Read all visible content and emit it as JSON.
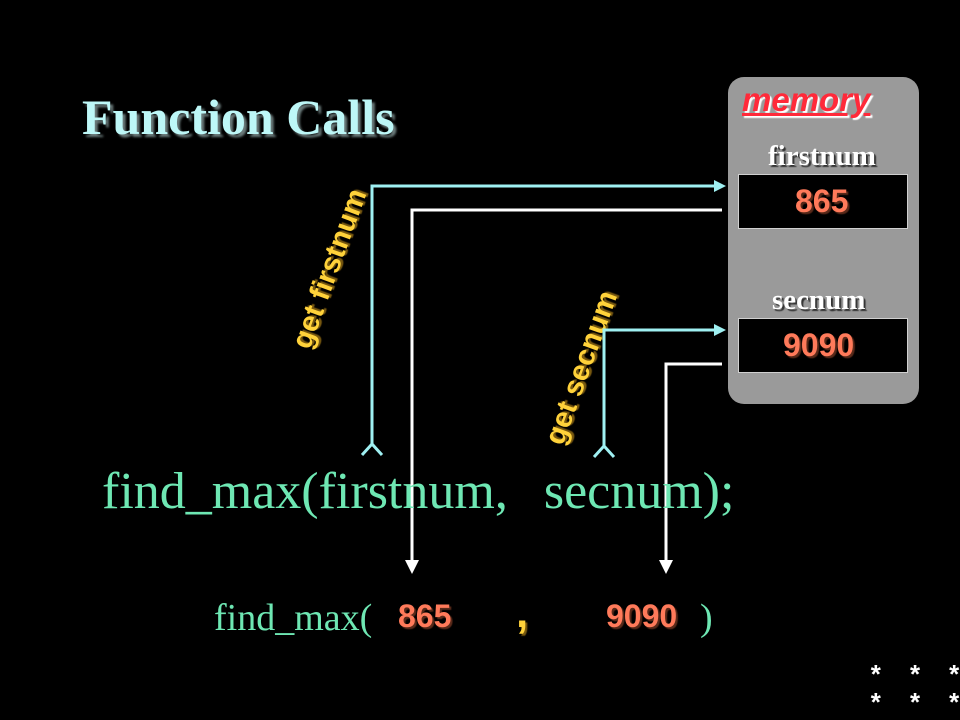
{
  "title": "Function Calls",
  "memory": {
    "label": "memory",
    "vars": [
      {
        "name": "firstnum",
        "value": "865"
      },
      {
        "name": "secnum",
        "value": "9090"
      }
    ]
  },
  "annotations": {
    "get_first": "get firstnum",
    "get_second": "get secnum"
  },
  "call": {
    "func": "find_max(",
    "arg1": "firstnum,",
    "arg2": "secnum);"
  },
  "call_values": {
    "func": "find_max(",
    "value1": "865",
    "comma": ",",
    "value2": "9090",
    "close": ")"
  },
  "nav_marker": {
    "line1": "* * *",
    "line2": "* * *"
  },
  "colors": {
    "background": "#000000",
    "title": "#bdf7f7",
    "memory_label": "#ff2a3a",
    "value": "#ff7a5a",
    "annotation": "#ffd23a",
    "code": "#6ee7b3",
    "arrow_in": "#9ff0f2",
    "arrow_out": "#ffffff"
  }
}
